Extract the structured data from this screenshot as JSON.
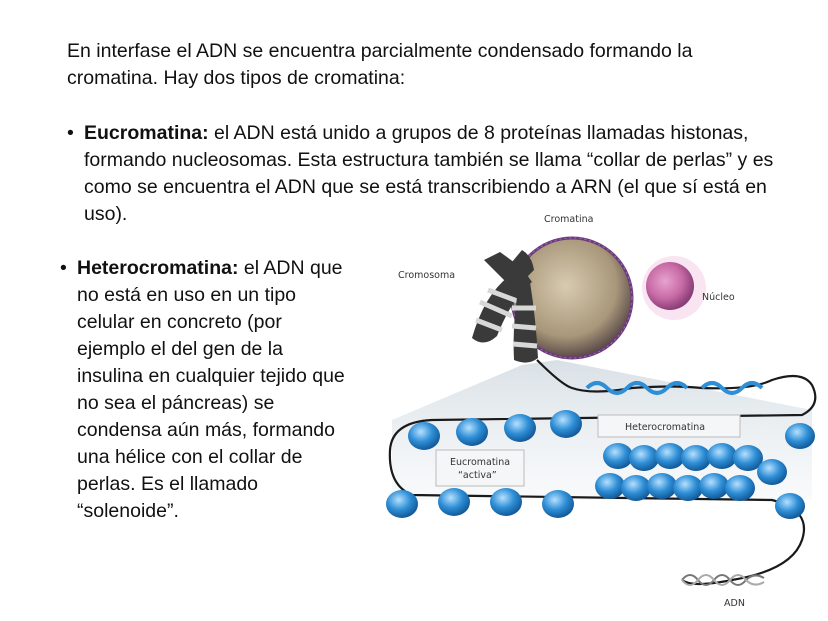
{
  "intro_text": "En interfase el ADN se encuentra parcialmente condensado formando la cromatina. Hay dos tipos de cromatina:",
  "bullets": [
    {
      "term": "Eucromatina:",
      "text": " el ADN está unido a grupos de 8 proteínas llamadas histonas, formando nucleosomas. Esta estructura también se llama “collar de perlas” y es como se encuentra el ADN que se está transcribiendo a ARN (el que sí está en uso)."
    },
    {
      "term": "Heterocromatina:",
      "text": " el ADN que no está en uso en un tipo celular en concreto (por ejemplo el del gen de la insulina en cualquier tejido que no sea el páncreas) se condensa aún más, formando una hélice con el collar de perlas. Es el llamado “solenoide”."
    }
  ],
  "figure": {
    "labels": {
      "cromatina": "Cromatina",
      "cromosoma": "Cromosoma",
      "nucleo": "Núcleo",
      "heterocromatina": "Heterocromatina",
      "eucromatina_1": "Eucromatina",
      "eucromatina_2": "“activa”",
      "adn": "ADN"
    },
    "colors": {
      "nucleosome": "#2f8fd6",
      "chromatin_ball": "#b9a98c",
      "nucleus": "#c86aa6",
      "chromosome": "#3a3a3a"
    }
  }
}
